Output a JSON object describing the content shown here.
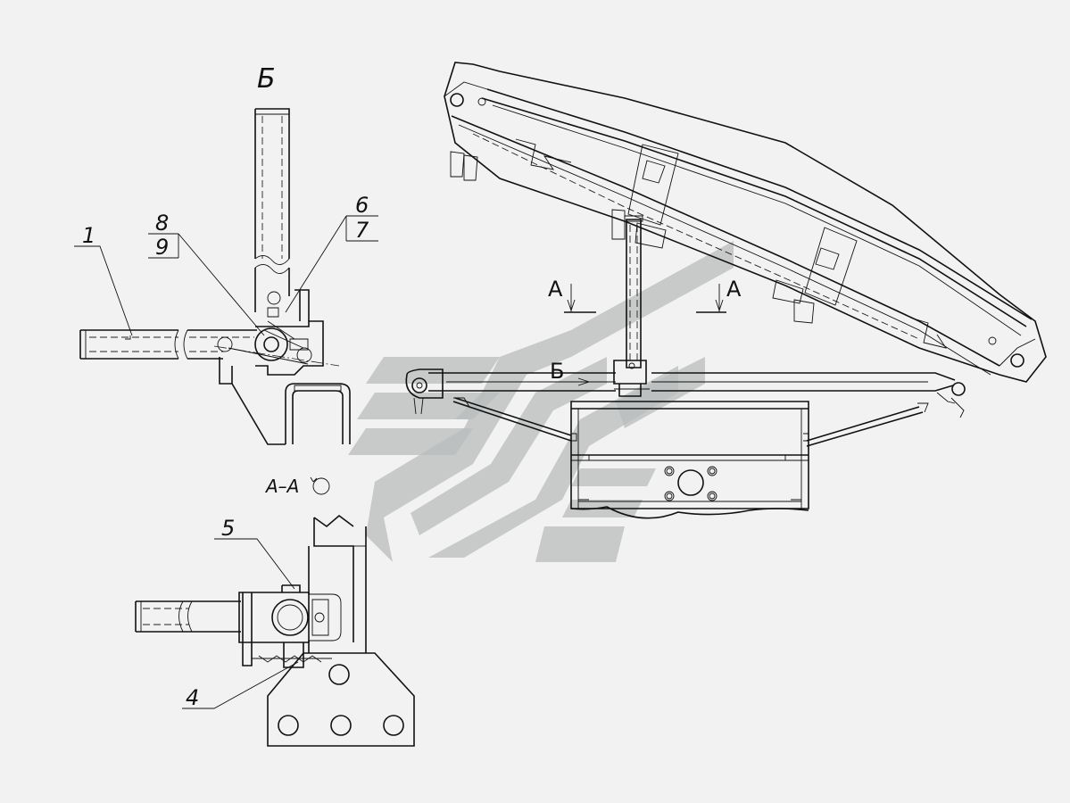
{
  "labels": {
    "view_b": "Б",
    "part_1": "1",
    "part_8": "8",
    "part_9": "9",
    "part_6": "6",
    "part_7": "7",
    "part_5": "5",
    "part_4": "4",
    "section_a_left": "А",
    "section_a_right": "А",
    "view_b_arrow": "Б",
    "section_aa": "А–А"
  },
  "colors": {
    "background": "#f2f2f2",
    "line": "#111111",
    "watermark": "#b9bcbc"
  }
}
